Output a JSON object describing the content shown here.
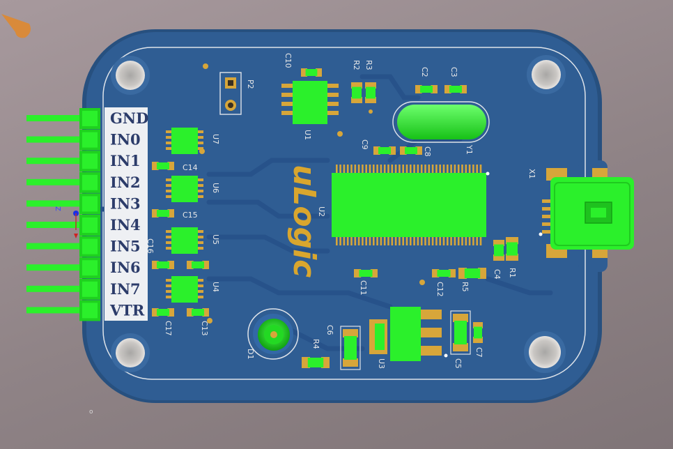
{
  "viewport": {
    "title": "3D PCB View",
    "origin_marker": "o"
  },
  "colors": {
    "board": "#2f5d93",
    "board_edge": "#27507f",
    "component": "#2bf02b",
    "component_dark": "#1ec21e",
    "pad": "#d7a63a",
    "silk": "#e8e8e8",
    "label_bg": "#eef0f3",
    "label_text": "#2c3c6a",
    "logo": "#d9a62e"
  },
  "board": {
    "logo_text": "uLogic",
    "connector_pins": [
      "GND",
      "IN0",
      "IN1",
      "IN2",
      "IN3",
      "IN4",
      "IN5",
      "IN6",
      "IN7",
      "VTR"
    ]
  },
  "designators": {
    "p2": "P2",
    "c10": "C10",
    "r2": "R2",
    "r3": "R3",
    "c2": "C2",
    "c3": "C3",
    "u1": "U1",
    "c9": "C9",
    "c8": "C8",
    "y1": "Y1",
    "u7": "U7",
    "c14": "C14",
    "u6": "U6",
    "c15": "C15",
    "u2": "U2",
    "x1": "X1",
    "u5": "U5",
    "c16": "C16",
    "u4": "U4",
    "c11": "C11",
    "c12": "C12",
    "r5": "R5",
    "c4": "C4",
    "r1": "R1",
    "c17": "C17",
    "c13": "C13",
    "d1": "D1",
    "c6": "C6",
    "r4": "R4",
    "u3": "U3",
    "c5": "C5",
    "c7": "C7"
  }
}
